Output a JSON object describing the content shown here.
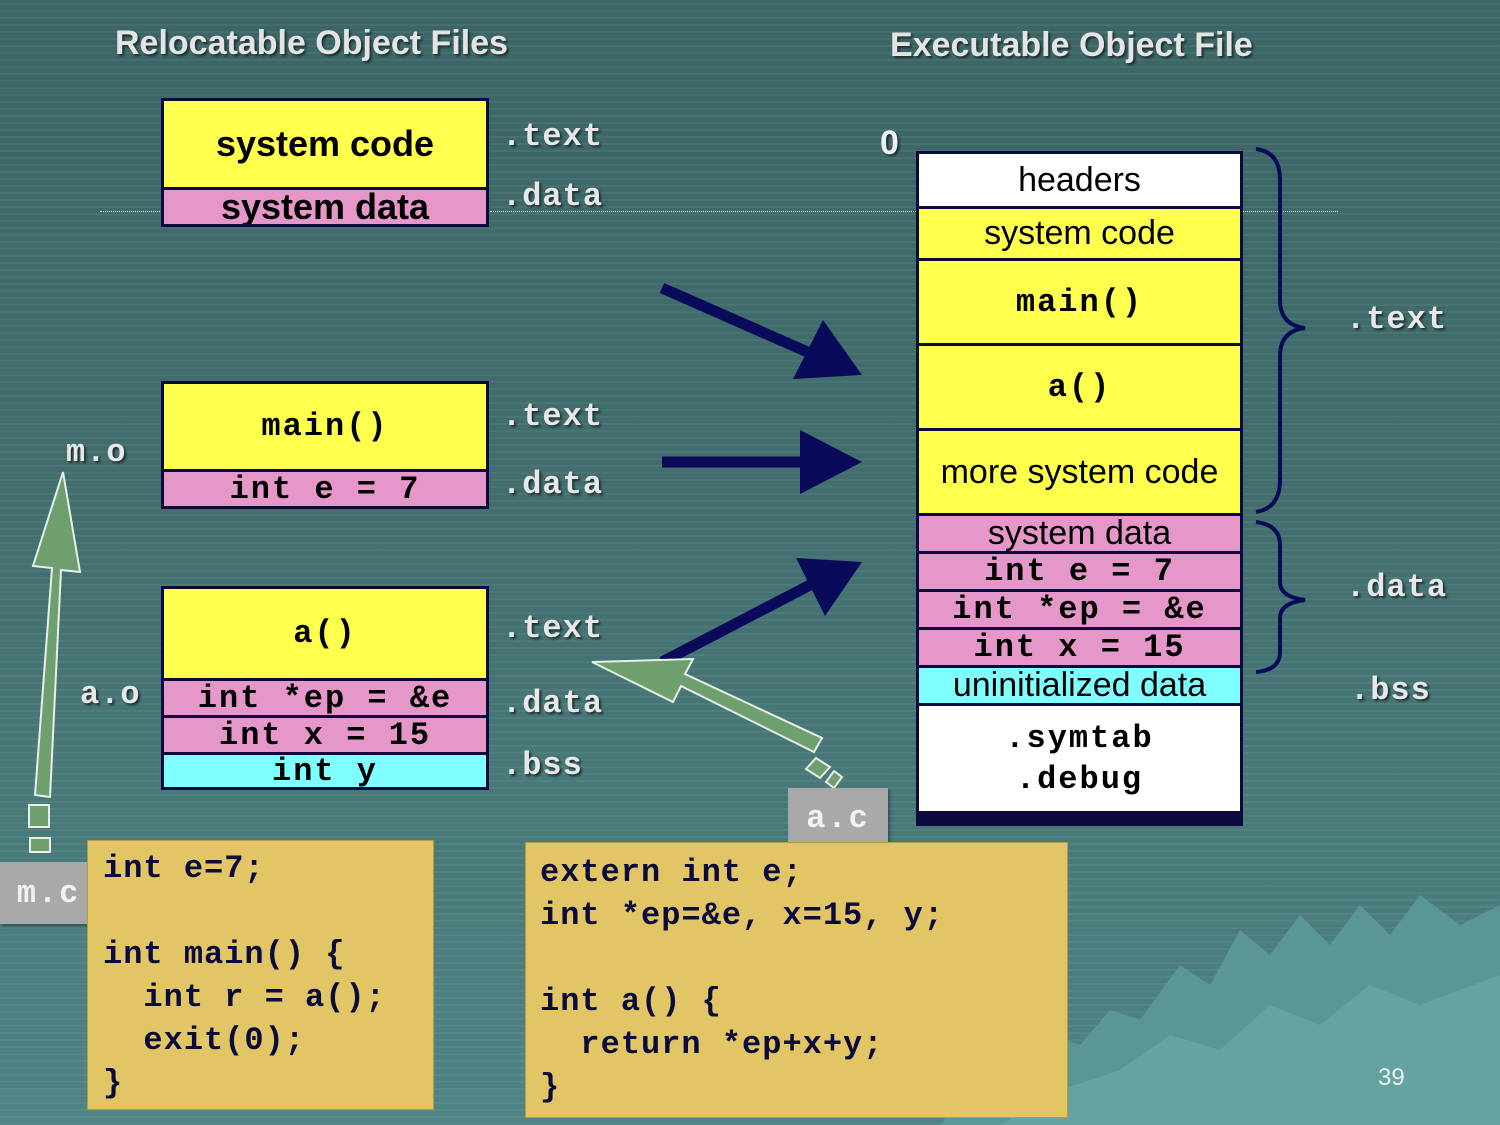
{
  "headings": {
    "left": "Relocatable Object Files",
    "right": "Executable Object File"
  },
  "relocatable": {
    "system": {
      "code": "system code",
      "data": "system data",
      "labels": [
        ".text",
        ".data"
      ]
    },
    "m_o": {
      "file_label": "m.o",
      "text": "main()",
      "data": "int e = 7",
      "labels": [
        ".text",
        ".data"
      ]
    },
    "a_o": {
      "file_label": "a.o",
      "text": "a()",
      "data_rows": [
        "int *ep = &e",
        "int x = 15"
      ],
      "bss": "int y",
      "labels": [
        ".text",
        ".data",
        ".bss"
      ]
    }
  },
  "executable": {
    "origin_label": "0",
    "segments": {
      "headers": "headers",
      "system_code": "system code",
      "main": "main()",
      "a": "a()",
      "more_system_code": "more system code",
      "system_data": "system data",
      "int_e": "int e = 7",
      "int_ep": "int *ep = &e",
      "int_x": "int x = 15",
      "uninitialized": "uninitialized data",
      "symtab": ".symtab",
      "debug": ".debug"
    },
    "section_labels": {
      "text": ".text",
      "data": ".data",
      "bss": ".bss"
    }
  },
  "sources": {
    "m_c": {
      "tag": "m.c",
      "lines": [
        "int e=7;",
        "",
        "int main() {",
        "  int r = a();",
        "  exit(0);",
        "}"
      ]
    },
    "a_c": {
      "tag": "a.c",
      "lines": [
        "extern int e;",
        "int *ep=&e, x=15, y;",
        "",
        "int a() {",
        "  return *ep+x+y;",
        "}"
      ]
    }
  },
  "page_number": "39",
  "colors": {
    "code_fill": "#ffff4d",
    "data_fill": "#e497c8",
    "bss_fill": "#7fffff",
    "arrow_navy": "#0a0a5a",
    "arrow_green": "#6f9e6f"
  }
}
